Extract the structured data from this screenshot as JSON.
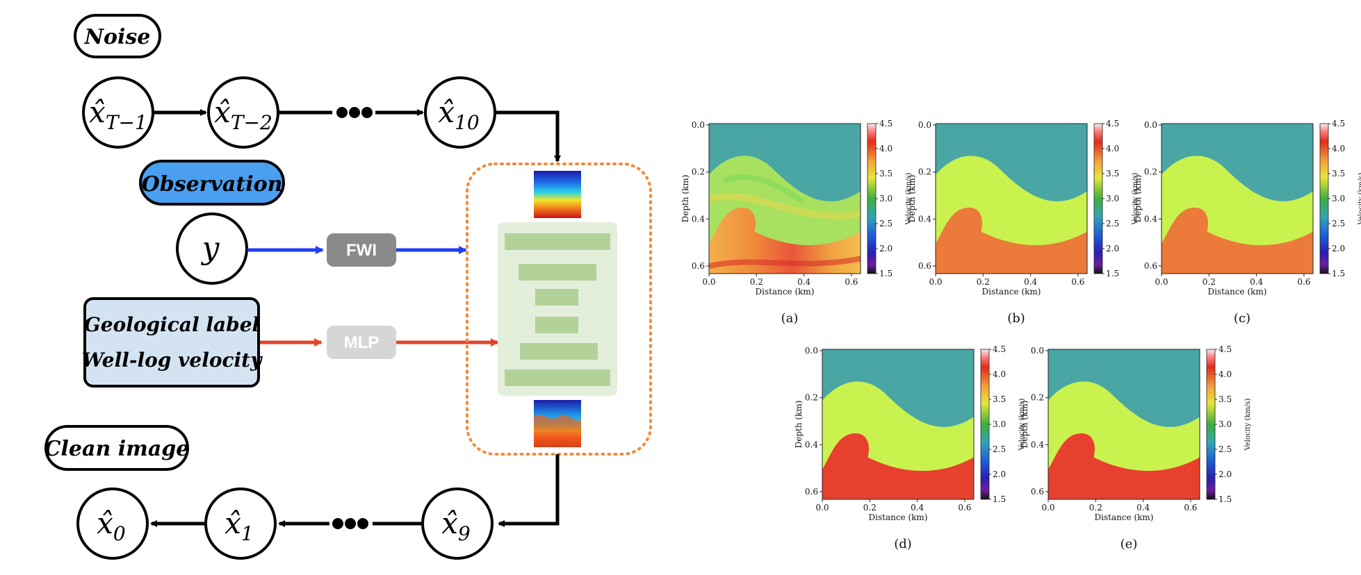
{
  "diagram": {
    "labels": {
      "noise": "Noise",
      "observation": "Observation",
      "clean": "Clean image",
      "geo_line1": "Geological label",
      "geo_line2": "Well-log velocity",
      "fwi": "FWI",
      "mlp": "MLP"
    },
    "nodes": {
      "xT1": {
        "base": "x̂",
        "sub": "T−1"
      },
      "xT2": {
        "base": "x̂",
        "sub": "T−2"
      },
      "x10": {
        "base": "x̂",
        "sub": "10"
      },
      "y": {
        "base": "y",
        "sub": ""
      },
      "x9": {
        "base": "x̂",
        "sub": "9"
      },
      "x1": {
        "base": "x̂",
        "sub": "1"
      },
      "x0": {
        "base": "x̂",
        "sub": "0"
      }
    },
    "colors": {
      "observation_fill": "#4a9ff0",
      "geo_fill": "#d3e3f2",
      "fwi_fill": "#8a8a8a",
      "mlp_fill": "#d6d6d6",
      "arrow_blue": "#1f3ff0",
      "arrow_red": "#e0442a",
      "dotted_box": "#f08a3c",
      "net_bg": "#e3efdb",
      "net_bar": "#b2d29a"
    }
  },
  "panels": {
    "ylabel": "Depth (km)",
    "xlabel": "Distance (km)",
    "cbar_label": "Velocity (km/s)",
    "yticks": [
      "0.0",
      "0.2",
      "0.4",
      "0.6"
    ],
    "xticks": [
      "0.0",
      "0.2",
      "0.4",
      "0.6"
    ],
    "cbar_ticks": [
      "4.5",
      "4.0",
      "3.5",
      "3.0",
      "2.5",
      "2.0",
      "1.5"
    ],
    "captions": [
      "(a)",
      "(b)",
      "(c)",
      "(d)",
      "(e)"
    ]
  }
}
